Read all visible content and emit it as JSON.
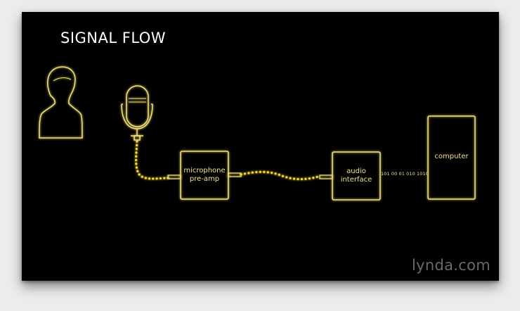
{
  "slide": {
    "title": "SIGNAL FLOW",
    "watermark": "lynda.com"
  },
  "diagram": {
    "nodes": [
      {
        "id": "person",
        "icon": "person-icon"
      },
      {
        "id": "microphone",
        "icon": "microphone-icon"
      },
      {
        "id": "preamp",
        "label": "microphone\npre-amp"
      },
      {
        "id": "audio_interface",
        "label": "audio\ninterface"
      },
      {
        "id": "computer",
        "label": "computer"
      }
    ],
    "binary_stream": "101 00 01 010 1010",
    "colors": {
      "background": "#000000",
      "line": "#f5e27a",
      "dots": "#f7d531",
      "title": "#ffffff",
      "watermark": "#6a6a6a"
    }
  }
}
